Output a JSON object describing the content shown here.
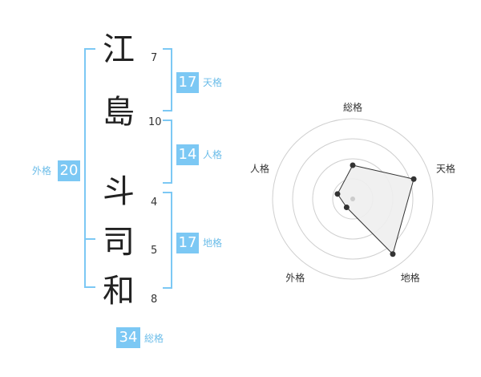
{
  "name_chars": [
    {
      "char": "江",
      "strokes": "7"
    },
    {
      "char": "島",
      "strokes": "10"
    },
    {
      "char": "斗",
      "strokes": "4"
    },
    {
      "char": "司",
      "strokes": "5"
    },
    {
      "char": "和",
      "strokes": "8"
    }
  ],
  "kaku": {
    "tenkaku": {
      "value": "17",
      "label": "天格"
    },
    "jinkaku": {
      "value": "14",
      "label": "人格"
    },
    "chikaku": {
      "value": "17",
      "label": "地格"
    },
    "gaikaku": {
      "value": "20",
      "label": "外格"
    },
    "soukaku": {
      "value": "34",
      "label": "総格"
    }
  },
  "colors": {
    "accent": "#7cc8f4",
    "accent_text": "#6cbde9"
  },
  "chart_data": {
    "type": "radar",
    "axes": [
      "総格",
      "天格",
      "地格",
      "外格",
      "人格"
    ],
    "values": [
      0.42,
      0.8,
      0.85,
      0.13,
      0.2
    ],
    "rmax": 1,
    "rings": 4
  }
}
